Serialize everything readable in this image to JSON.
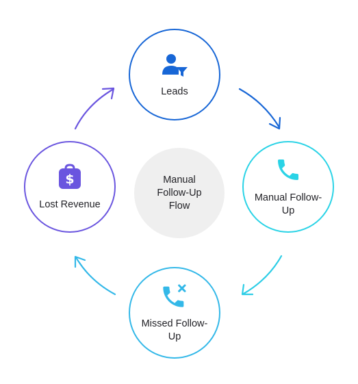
{
  "diagram": {
    "center": {
      "label": "Manual Follow-Up Flow"
    },
    "nodes": [
      {
        "id": "leads",
        "label": "Leads",
        "icon": "user-filter-icon",
        "color": "#1766d6"
      },
      {
        "id": "manual",
        "label": "Manual Follow-Up",
        "icon": "phone-icon",
        "color": "#2ad3e6"
      },
      {
        "id": "missed",
        "label": "Missed Follow-Up",
        "icon": "missed-call-icon",
        "color": "#33b8e8"
      },
      {
        "id": "lost",
        "label": "Lost Revenue",
        "icon": "money-bag-icon",
        "color": "#6a55df"
      }
    ],
    "edges": [
      {
        "from": "leads",
        "to": "manual"
      },
      {
        "from": "manual",
        "to": "missed"
      },
      {
        "from": "missed",
        "to": "lost"
      },
      {
        "from": "lost",
        "to": "leads"
      }
    ]
  }
}
